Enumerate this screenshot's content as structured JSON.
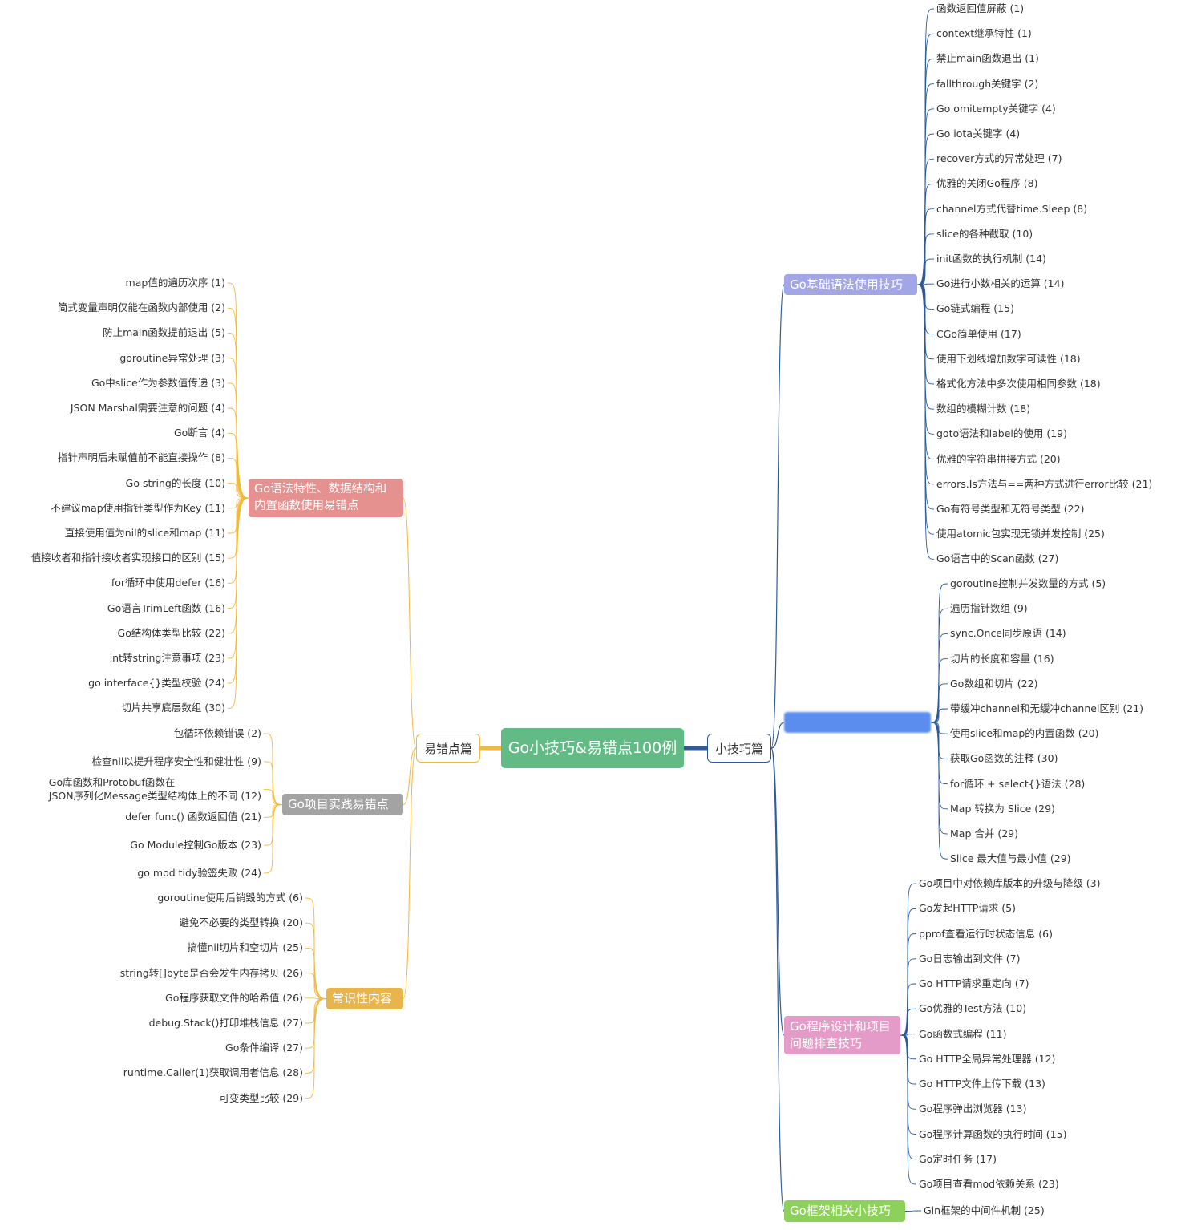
{
  "root": {
    "label": "Go小技巧&易错点100例",
    "color": "#62bb85"
  },
  "left_main": {
    "label": "易错点篇",
    "color": "#f0b93c"
  },
  "right_main": {
    "label": "小技巧篇",
    "color": "#2f5b9a"
  },
  "right_groups": [
    {
      "label": "Go基础语法使用技巧",
      "color": "#a3a6e6",
      "items": [
        "函数返回值屏蔽 (1)",
        "context继承特性 (1)",
        "禁止main函数退出 (1)",
        "fallthrough关键字 (2)",
        "Go omitempty关键字 (4)",
        "Go iota关键字 (4)",
        "recover方式的异常处理 (7)",
        "优雅的关闭Go程序 (8)",
        "channel方式代替time.Sleep (8)",
        "slice的各种截取 (10)",
        "init函数的执行机制 (14)",
        "Go进行小数相关的运算 (14)",
        "Go链式编程 (15)",
        "CGo简单使用 (17)",
        "使用下划线增加数字可读性 (18)",
        "格式化方法中多次使用相同参数 (18)",
        "数组的模糊计数 (18)",
        "goto语法和label的使用 (19)",
        "优雅的字符串拼接方式 (20)",
        "errors.Is方法与==两种方式进行error比较 (21)",
        "Go有符号类型和无符号类型 (22)",
        "使用atomic包实现无锁并发控制 (25)",
        "Go语言中的Scan函数 (27)"
      ]
    },
    {
      "label": "",
      "color": "#5b8def",
      "items": [
        "goroutine控制并发数量的方式 (5)",
        "遍历指针数组 (9)",
        "sync.Once同步原语 (14)",
        "切片的长度和容量 (16)",
        "Go数组和切片 (22)",
        "带缓冲channel和无缓冲channel区别 (21)",
        "使用slice和map的内置函数 (20)",
        "获取Go函数的注释 (30)",
        "for循环 + select{}语法 (28)",
        "Map 转换为 Slice (29)",
        "Map 合并 (29)",
        "Slice 最大值与最小值 (29)"
      ]
    },
    {
      "label": "Go程序设计和项目问题排查技巧",
      "color": "#e59bc8",
      "items": [
        "Go项目中对依赖库版本的升级与降级 (3)",
        "Go发起HTTP请求 (5)",
        "pprof查看运行时状态信息 (6)",
        "Go日志输出到文件 (7)",
        "Go HTTP请求重定向 (7)",
        "Go优雅的Test方法 (10)",
        "Go函数式编程 (11)",
        "Go HTTP全局异常处理器 (12)",
        "Go HTTP文件上传下载 (13)",
        "Go程序弹出浏览器 (13)",
        "Go程序计算函数的执行时间 (15)",
        "Go定时任务 (17)",
        "Go项目查看mod依赖关系 (23)"
      ]
    },
    {
      "label": "Go框架相关小技巧",
      "color": "#8dd05a",
      "items": [
        "Gin框架的中间件机制 (25)"
      ]
    }
  ],
  "left_groups": [
    {
      "label": "Go语法特性、数据结构和内置函数使用易错点",
      "color": "#e5918f",
      "items": [
        "map值的遍历次序 (1)",
        "简式变量声明仅能在函数内部使用 (2)",
        "防止main函数提前退出 (5)",
        "goroutine异常处理 (3)",
        "Go中slice作为参数值传递 (3)",
        "JSON Marshal需要注意的问题 (4)",
        "Go断言 (4)",
        "指针声明后未赋值前不能直接操作 (8)",
        "Go string的长度 (10)",
        "不建议map使用指针类型作为Key (11)",
        "直接使用值为nil的slice和map (11)",
        "值接收者和指针接收者实现接口的区别 (15)",
        "for循环中使用defer (16)",
        "Go语言TrimLeft函数 (16)",
        "Go结构体类型比较 (22)",
        "int转string注意事项 (23)",
        "go interface{}类型校验 (24)",
        "切片共享底层数组 (30)"
      ]
    },
    {
      "label": "Go项目实践易错点",
      "color": "#a3a3a3",
      "items": [
        "包循环依赖错误 (2)",
        "检查nil以提升程序安全性和健壮性 (9)",
        "Go库函数和Protobuf函数在\nJSON序列化Message类型结构体上的不同 (12)",
        "defer func() 函数返回值 (21)",
        "Go Module控制Go版本 (23)",
        "go mod tidy验签失败 (24)"
      ]
    },
    {
      "label": "常识性内容",
      "color": "#e8b54c",
      "items": [
        "goroutine使用后销毁的方式 (6)",
        "避免不必要的类型转换 (20)",
        "搞懂nil切片和空切片 (25)",
        "string转[]byte是否会发生内存拷贝 (26)",
        "Go程序获取文件的哈希值 (26)",
        "debug.Stack()打印堆栈信息 (27)",
        "Go条件编译 (27)",
        "runtime.Caller(1)获取调用者信息 (28)",
        "可变类型比较 (29)"
      ]
    }
  ]
}
